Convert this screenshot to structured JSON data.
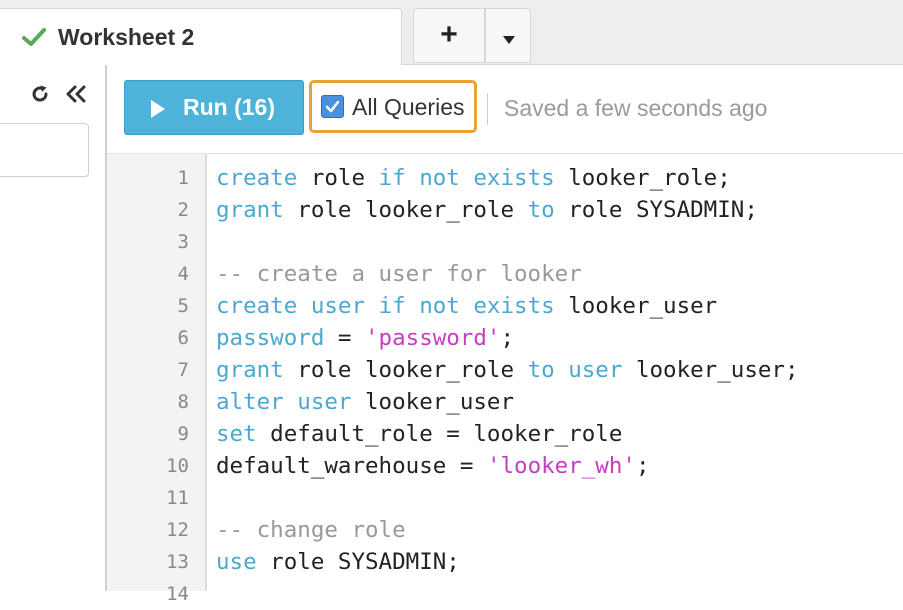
{
  "tab": {
    "title": "Worksheet 2",
    "add_label": "+"
  },
  "toolbar": {
    "run_label": "Run (16)",
    "all_queries_label": "All Queries",
    "all_queries_checked": true,
    "saved_status": "Saved a few seconds ago"
  },
  "colors": {
    "run_button": "#4fb3d9",
    "highlight_border": "#e8a23a",
    "keyword": "#4ba8d0",
    "string": "#c63ec2",
    "comment": "#999999"
  },
  "editor": {
    "lines": [
      {
        "n": "1",
        "tokens": [
          {
            "t": "kw",
            "v": "create"
          },
          {
            "t": "tx",
            "v": " role "
          },
          {
            "t": "kw",
            "v": "if not exists"
          },
          {
            "t": "tx",
            "v": " looker_role;"
          }
        ]
      },
      {
        "n": "2",
        "tokens": [
          {
            "t": "kw",
            "v": "grant"
          },
          {
            "t": "tx",
            "v": " role looker_role "
          },
          {
            "t": "kw",
            "v": "to"
          },
          {
            "t": "tx",
            "v": " role SYSADMIN;"
          }
        ]
      },
      {
        "n": "3",
        "tokens": []
      },
      {
        "n": "4",
        "tokens": [
          {
            "t": "cm",
            "v": "-- create a user for looker"
          }
        ]
      },
      {
        "n": "5",
        "tokens": [
          {
            "t": "kw",
            "v": "create"
          },
          {
            "t": "tx",
            "v": " "
          },
          {
            "t": "kw",
            "v": "user"
          },
          {
            "t": "tx",
            "v": " "
          },
          {
            "t": "kw",
            "v": "if not exists"
          },
          {
            "t": "tx",
            "v": " looker_user"
          }
        ]
      },
      {
        "n": "6",
        "tokens": [
          {
            "t": "kw",
            "v": "password"
          },
          {
            "t": "tx",
            "v": " = "
          },
          {
            "t": "str",
            "v": "'password'"
          },
          {
            "t": "tx",
            "v": ";"
          }
        ]
      },
      {
        "n": "7",
        "tokens": [
          {
            "t": "kw",
            "v": "grant"
          },
          {
            "t": "tx",
            "v": " role looker_role "
          },
          {
            "t": "kw",
            "v": "to"
          },
          {
            "t": "tx",
            "v": " "
          },
          {
            "t": "kw",
            "v": "user"
          },
          {
            "t": "tx",
            "v": " looker_user;"
          }
        ]
      },
      {
        "n": "8",
        "tokens": [
          {
            "t": "kw",
            "v": "alter"
          },
          {
            "t": "tx",
            "v": " "
          },
          {
            "t": "kw",
            "v": "user"
          },
          {
            "t": "tx",
            "v": " looker_user"
          }
        ]
      },
      {
        "n": "9",
        "tokens": [
          {
            "t": "kw",
            "v": "set"
          },
          {
            "t": "tx",
            "v": " default_role = looker_role"
          }
        ]
      },
      {
        "n": "10",
        "tokens": [
          {
            "t": "tx",
            "v": "default_warehouse = "
          },
          {
            "t": "str",
            "v": "'looker_wh'"
          },
          {
            "t": "tx",
            "v": ";"
          }
        ]
      },
      {
        "n": "11",
        "tokens": []
      },
      {
        "n": "12",
        "tokens": [
          {
            "t": "cm",
            "v": "-- change role"
          }
        ]
      },
      {
        "n": "13",
        "tokens": [
          {
            "t": "kw",
            "v": "use"
          },
          {
            "t": "tx",
            "v": " role SYSADMIN;"
          }
        ]
      },
      {
        "n": "14",
        "tokens": []
      }
    ]
  }
}
